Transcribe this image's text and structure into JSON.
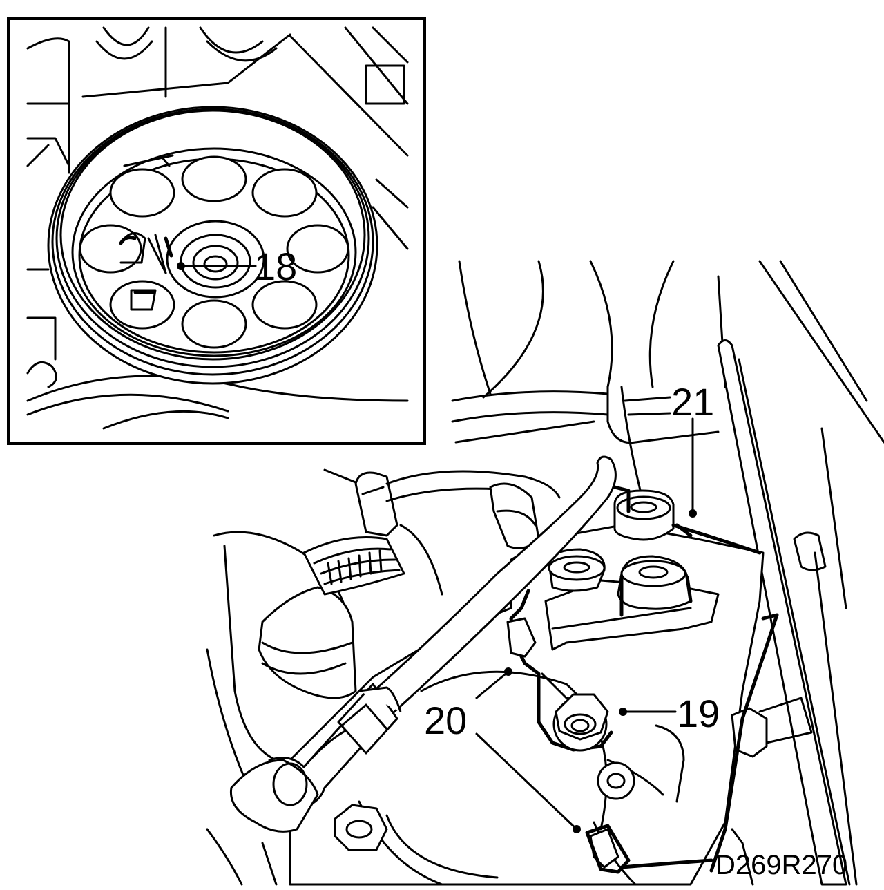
{
  "callouts": {
    "c18": "18",
    "c19": "19",
    "c20": "20",
    "c21": "21"
  },
  "reference_code": "D269R270"
}
